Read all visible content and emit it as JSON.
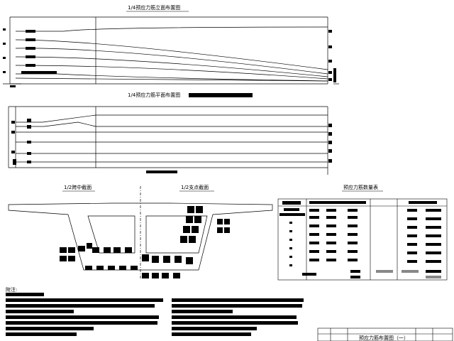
{
  "views": {
    "elevation_title": "1/4预应力筋立面布置图",
    "plan_title": "1/4预应力筋平面布置图",
    "midspan_title": "1/2跨中截面",
    "support_title": "1/2支点截面",
    "table_title": "预应力筋数量表"
  },
  "notes": {
    "heading": "附注:"
  },
  "title_block": {
    "drawing_name": "预应力筋布置图（一）"
  },
  "colors": {
    "line": "#000000",
    "fill": "#000000",
    "gray": "#888888"
  }
}
